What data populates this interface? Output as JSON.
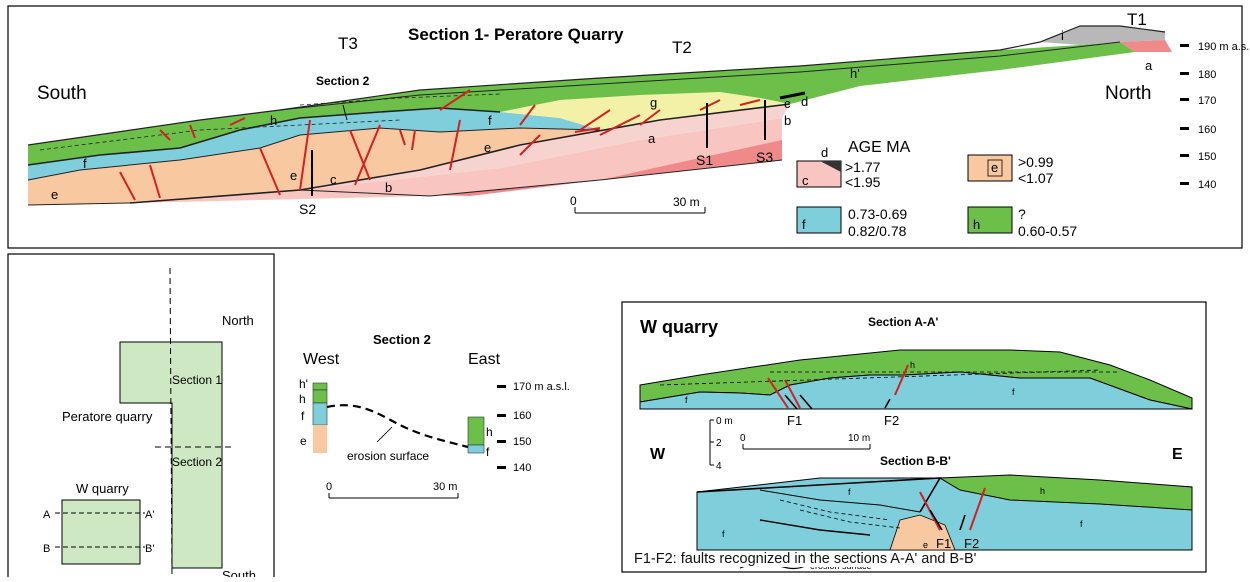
{
  "top_section": {
    "title": "Section 1- Peratore Quarry",
    "terrace_labels": [
      "T3",
      "T2",
      "T1"
    ],
    "left_label": "South",
    "right_label": "North",
    "section2_marker": "Section 2",
    "elevation_ticks": [
      "190 m a.s.l.",
      "180",
      "170",
      "160",
      "150",
      "140"
    ],
    "unit_letters": {
      "a": "a",
      "b": "b",
      "c": "c",
      "d": "d",
      "e": "e",
      "f": "f",
      "g": "g",
      "h": "h",
      "h_prime": "h'",
      "i": "i"
    },
    "samples": [
      "S1",
      "S2",
      "S3"
    ],
    "scale": {
      "start": "0",
      "end": "30 m"
    },
    "age_legend": {
      "title": "AGE MA",
      "items": [
        {
          "letters": [
            "d",
            "c"
          ],
          "values": [
            ">1.77",
            "<1.95"
          ],
          "color": "#f9c5c0"
        },
        {
          "letters": [
            "e"
          ],
          "values": [
            ">0.99",
            "<1.07"
          ],
          "color": "#f8c9a0"
        },
        {
          "letters": [
            "f"
          ],
          "values": [
            "0.73-0.69",
            "0.82/0.78"
          ],
          "color": "#7ecfdb"
        },
        {
          "letters": [
            "h"
          ],
          "values": [
            "?",
            "0.60-0.57"
          ],
          "color": "#6cc04a"
        }
      ]
    }
  },
  "map": {
    "north": "North",
    "south": "South",
    "peratore": "Peratore quarry",
    "section1": "Section 1",
    "section2": "Section 2",
    "wquarry": "W quarry",
    "a": "A",
    "a_prime": "A'",
    "b": "B",
    "b_prime": "B'"
  },
  "section2": {
    "title": "Section 2",
    "west": "West",
    "east": "East",
    "elev": [
      "170 m a.s.l.",
      "160",
      "150",
      "140"
    ],
    "west_units": [
      "h'",
      "h",
      "f",
      "e"
    ],
    "east_units": [
      "h",
      "f"
    ],
    "erosion": "erosion surface",
    "scale_start": "0",
    "scale_end": "30 m"
  },
  "wquarry": {
    "title": "W quarry",
    "sectionA": "Section A-A'",
    "sectionB": "Section B-B'",
    "w": "W",
    "e": "E",
    "vscale": [
      "0 m",
      "2",
      "4"
    ],
    "hscale": [
      "0",
      "10 m"
    ],
    "faults": [
      "F1",
      "F2"
    ],
    "unit_f": "f",
    "unit_h": "h",
    "unit_e": "e",
    "erosion_legend": "erosion surface",
    "caption": "F1-F2: faults recognized in the sections A-A' and B-B'"
  },
  "colors": {
    "green": "#6cc04a",
    "cyan": "#7ecfdb",
    "peach": "#f8c9a0",
    "pink": "#f9c5c0",
    "red_unit": "#f08a8a",
    "yellow": "#f3f1a8",
    "fault": "#d42020",
    "grey": "#b8b8b8"
  }
}
